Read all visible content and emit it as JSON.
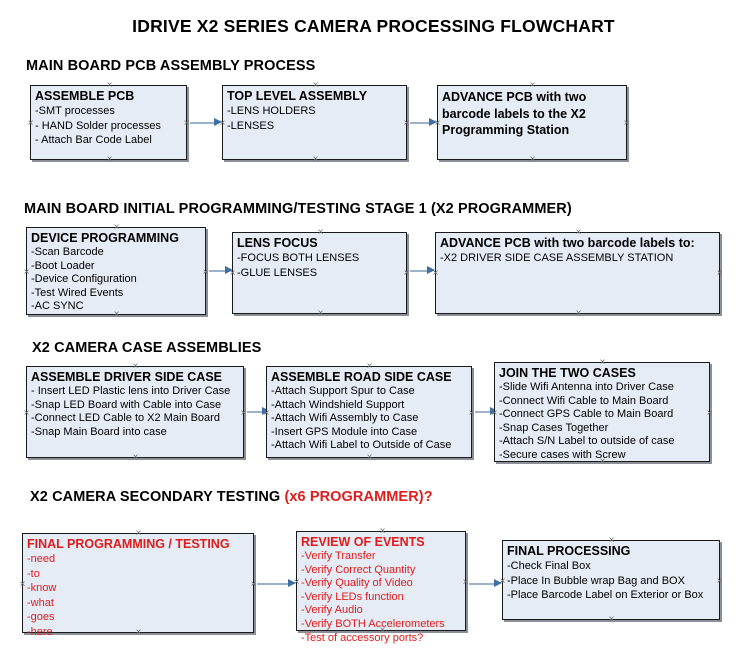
{
  "document": {
    "title": "IDRIVE X2  SERIES CAMERA PROCESSING FLOWCHART"
  },
  "sections": [
    {
      "id": "main-board-pcb-assembly-process",
      "heading": "MAIN BOARD PCB ASSEMBLY PROCESS",
      "heading_red": "",
      "nodes": [
        {
          "id": "assemble-pcb",
          "title": "ASSEMBLE PCB",
          "lines": [
            "-SMT processes",
            "- HAND Solder processes",
            "- Attach Bar Code Label"
          ]
        },
        {
          "id": "top-level-assembly",
          "title": "TOP LEVEL ASSEMBLY",
          "lines": [
            "-LENS HOLDERS",
            "-LENSES"
          ]
        },
        {
          "id": "advance-pcb-to-x2-programming-station",
          "title": "ADVANCE PCB with two barcode labels to the  X2 Programming Station",
          "lines": []
        }
      ]
    },
    {
      "id": "main-board-initial-programming-testing-stage-1",
      "heading": "MAIN BOARD INITIAL PROGRAMMING/TESTING STAGE 1 (X2 PROGRAMMER)",
      "heading_red": "",
      "nodes": [
        {
          "id": "device-programming",
          "title": "DEVICE PROGRAMMING",
          "lines": [
            "-Scan Barcode",
            "-Boot Loader",
            "-Device Configuration",
            "-Test Wired Events",
            "-AC SYNC"
          ]
        },
        {
          "id": "lens-focus",
          "title": "LENS FOCUS",
          "lines": [
            "-FOCUS BOTH LENSES",
            "-GLUE LENSES"
          ]
        },
        {
          "id": "advance-pcb-to-driver-side-case-assembly-station",
          "title": "ADVANCE PCB with two barcode labels to:",
          "lines": [
            "-X2 DRIVER  SIDE  CASE  ASSEMBLY STATION"
          ]
        }
      ]
    },
    {
      "id": "x2-camera-case-assemblies",
      "heading": "X2 CAMERA CASE ASSEMBLIES",
      "heading_red": "",
      "nodes": [
        {
          "id": "assemble-driver-side-case",
          "title": "ASSEMBLE DRIVER SIDE CASE",
          "lines": [
            "- Insert LED Plastic lens into Driver Case",
            "-Snap LED Board with Cable into Case",
            "-Connect LED Cable to X2 Main Board",
            "-Snap Main Board into case"
          ]
        },
        {
          "id": "assemble-road-side-case",
          "title": "ASSEMBLE ROAD SIDE CASE",
          "lines": [
            "-Attach Support Spur to Case",
            "-Attach Windshield Support",
            "-Attach Wifi Assembly to Case",
            "-Insert GPS Module into Case",
            "-Attach Wifi Label to Outside of Case"
          ]
        },
        {
          "id": "join-the-two-cases",
          "title": "JOIN THE TWO CASES",
          "lines": [
            "-Slide Wifi Antenna into Driver Case",
            "-Connect Wifi Cable to Main Board",
            "-Connect GPS Cable to Main Board",
            "-Snap Cases Together",
            "-Attach S/N Label to outside of case",
            "-Secure cases with Screw"
          ]
        }
      ]
    },
    {
      "id": "x2-camera-secondary-testing",
      "heading": "X2 CAMERA SECONDARY TESTING ",
      "heading_red": "(x6 PROGRAMMER)?",
      "nodes": [
        {
          "id": "final-programming-testing",
          "title": "FINAL PROGRAMMING / TESTING",
          "lines": [
            "-need",
            "-to",
            "-know",
            "-what",
            "-goes",
            "-here"
          ]
        },
        {
          "id": "review-of-events",
          "title": "REVIEW OF EVENTS",
          "lines": [
            "-Verify Transfer",
            "-Verify Correct Quantity",
            "-Verify Quality of Video",
            "-Verify LEDs function",
            "-Verify Audio",
            "-Verify BOTH Accelerometers",
            "-Test of accessory ports?"
          ]
        },
        {
          "id": "final-processing",
          "title": "FINAL PROCESSING",
          "lines": [
            "-Check Final Box",
            "-Place In Bubble wrap Bag and BOX",
            "-Place Barcode Label on Exterior or Box"
          ]
        }
      ]
    }
  ],
  "colors": {
    "node_fill": "#e5ecf6",
    "node_border": "#1a1a1a",
    "node_shadow": "#8a8f99",
    "connector_line": "#9bb2cc",
    "connector_arrow": "#3f6ea5",
    "accent_red": "#e01b1b",
    "text": "#000000"
  }
}
